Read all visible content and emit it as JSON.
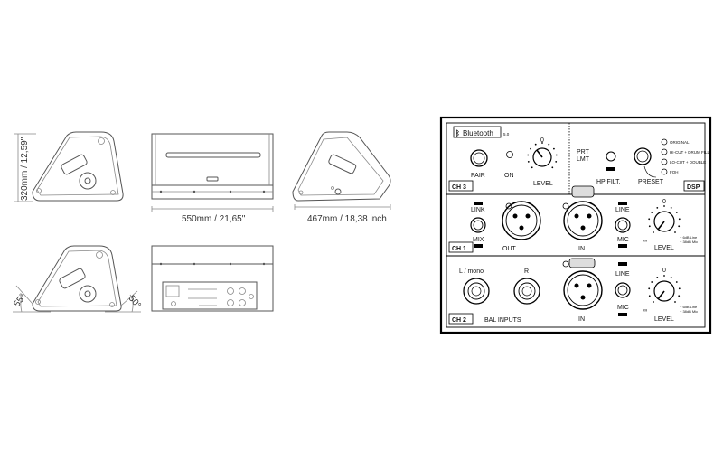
{
  "dimensions": {
    "height": "320mm / 12,59\"",
    "width": "550mm / 21,65\"",
    "depth": "467mm / 18,38 inch",
    "angle_left": "55°",
    "angle_right": "50°"
  },
  "panel": {
    "bluetooth": "Bluetooth",
    "bluetooth_version": "5.0",
    "ch3": {
      "tag": "CH 3",
      "pair": "PAIR",
      "on": "ON",
      "level": "LEVEL"
    },
    "dsp": {
      "tag": "DSP",
      "prt": "PRT",
      "lmt": "LMT",
      "hp_filt": "HP FILT.",
      "preset": "PRESET",
      "presets": [
        "ORIGINAL",
        "HI-CUT + DRUM FILL",
        "LO-CUT + DOUBLE",
        "FOH"
      ]
    },
    "ch1": {
      "tag": "CH 1",
      "link": "LINK",
      "mix": "MIX",
      "out": "OUT",
      "in": "IN",
      "line": "LINE",
      "mic": "MIC",
      "level": "LEVEL",
      "gain_note_1": "+ 6dB Line",
      "gain_note_2": "+ 38dB Mic"
    },
    "ch2": {
      "tag": "CH 2",
      "l_mono": "L / mono",
      "r": "R",
      "bal_inputs": "BAL INPUTS",
      "in": "IN",
      "line": "LINE",
      "mic": "MIC",
      "level": "LEVEL",
      "gain_note_1": "+ 6dB Line",
      "gain_note_2": "+ 38dB Mic"
    },
    "knob_scale_zero": "0",
    "knob_scale_inf": "∞"
  }
}
